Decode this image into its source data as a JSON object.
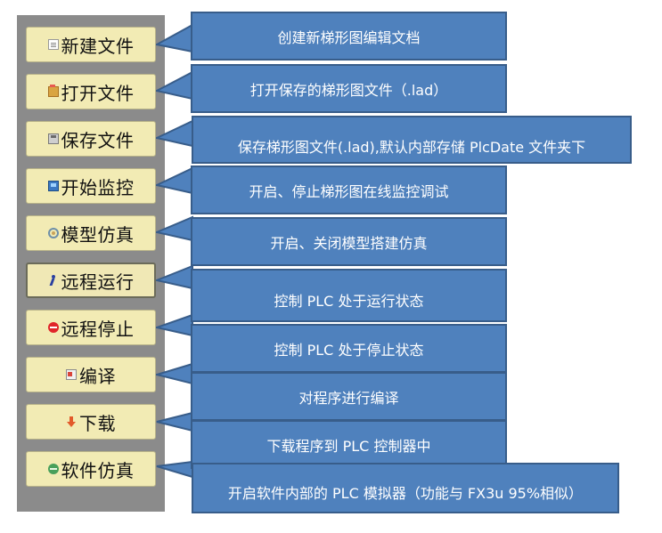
{
  "toolbar": {
    "buttons": [
      {
        "label": "新建文件",
        "icon": "new-file-icon",
        "selected": false
      },
      {
        "label": "打开文件",
        "icon": "open-file-icon",
        "selected": false
      },
      {
        "label": "保存文件",
        "icon": "save-file-icon",
        "selected": false
      },
      {
        "label": "开始监控",
        "icon": "monitor-icon",
        "selected": false
      },
      {
        "label": "模型仿真",
        "icon": "model-simulation-icon",
        "selected": false
      },
      {
        "label": "远程运行",
        "icon": "run-icon",
        "selected": true
      },
      {
        "label": "远程停止",
        "icon": "stop-icon",
        "selected": false
      },
      {
        "label": "编译",
        "icon": "compile-icon",
        "selected": false
      },
      {
        "label": "下载",
        "icon": "download-arrow-icon",
        "selected": false
      },
      {
        "label": "软件仿真",
        "icon": "software-simulation-icon",
        "selected": false
      }
    ]
  },
  "descriptions": [
    "创建新梯形图编辑文档",
    "打开保存的梯形图文件（.lad）",
    "保存梯形图文件(.lad),默认内部存储 PlcDate 文件夹下",
    "开启、停止梯形图在线监控调试",
    "开启、关闭模型搭建仿真",
    "控制 PLC 处于运行状态",
    "控制 PLC 处于停止状态",
    "对程序进行编译",
    "下载程序到 PLC 控制器中",
    "开启软件内部的 PLC 模拟器（功能与 FX3u 95%相似）"
  ],
  "colors": {
    "panel": "#8b8b8b",
    "button": "#f2ebb4",
    "callout": "#4f81bd",
    "callout_border": "#385d8a"
  }
}
